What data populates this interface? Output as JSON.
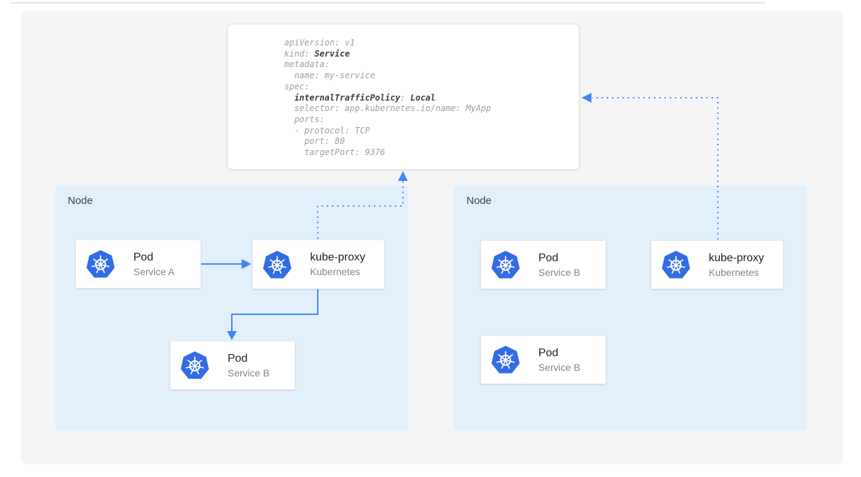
{
  "diagram": {
    "title_semantic": "Kubernetes Service internalTrafficPolicy Local routing diagram"
  },
  "yaml_card": {
    "code_lines": [
      [
        {
          "t": "apiVersion: v1",
          "b": false
        }
      ],
      [
        {
          "t": "kind: ",
          "b": false
        },
        {
          "t": "Service",
          "b": true
        }
      ],
      [
        {
          "t": "metadata:",
          "b": false
        }
      ],
      [
        {
          "t": "  name: my-service",
          "b": false
        }
      ],
      [
        {
          "t": "spec:",
          "b": false
        }
      ],
      [
        {
          "t": "  ",
          "b": false
        },
        {
          "t": "internalTrafficPolicy",
          "b": true
        },
        {
          "t": ": ",
          "b": false
        },
        {
          "t": "Local",
          "b": true
        }
      ],
      [
        {
          "t": "  selector: app.kubernetes.io/name: MyApp",
          "b": false
        }
      ],
      [
        {
          "t": "  ports:",
          "b": false
        }
      ],
      [
        {
          "t": "  - protocol: TCP",
          "b": false
        }
      ],
      [
        {
          "t": "    port: 80",
          "b": false
        }
      ],
      [
        {
          "t": "    targetPort: 9376",
          "b": false
        }
      ]
    ]
  },
  "nodes": [
    {
      "label": "Node",
      "cards": [
        {
          "id": "pod-service-a",
          "title": "Pod",
          "subtitle": "Service A",
          "icon": "kubernetes-icon"
        },
        {
          "id": "kube-proxy",
          "title": "kube-proxy",
          "subtitle": "Kubernetes",
          "icon": "kubernetes-icon"
        },
        {
          "id": "pod-service-b",
          "title": "Pod",
          "subtitle": "Service B",
          "icon": "kubernetes-icon"
        }
      ]
    },
    {
      "label": "Node",
      "cards": [
        {
          "id": "pod-service-b-1",
          "title": "Pod",
          "subtitle": "Service B",
          "icon": "kubernetes-icon"
        },
        {
          "id": "kube-proxy",
          "title": "kube-proxy",
          "subtitle": "Kubernetes",
          "icon": "kubernetes-icon"
        },
        {
          "id": "pod-service-b-2",
          "title": "Pod",
          "subtitle": "Service B",
          "icon": "kubernetes-icon"
        }
      ]
    }
  ],
  "edges": [
    {
      "from": "node1.pod-service-a",
      "to": "node1.kube-proxy",
      "style": "solid"
    },
    {
      "from": "node1.kube-proxy",
      "to": "node1.pod-service-b",
      "style": "solid"
    },
    {
      "from": "node1.kube-proxy",
      "to": "service-yaml",
      "style": "dotted"
    },
    {
      "from": "node2.kube-proxy",
      "to": "service-yaml",
      "style": "dotted"
    }
  ],
  "colors": {
    "arrow_blue": "#4285f4",
    "kubernetes_blue": "#326ce5",
    "node_background": "#e2f0fc",
    "panel_background": "#f5f5f6",
    "code_gray": "#9aa0a6",
    "code_bold": "#3c4043",
    "title_text": "#202124",
    "subtitle_text": "#80868b"
  }
}
